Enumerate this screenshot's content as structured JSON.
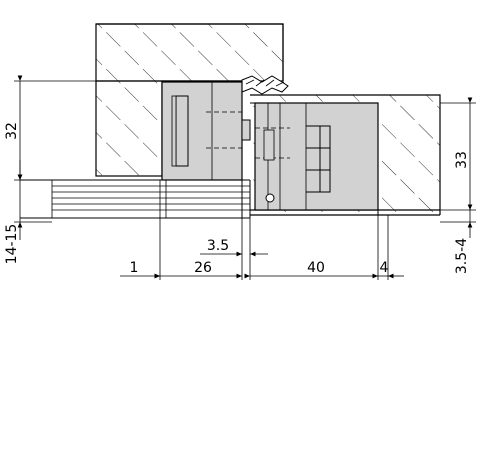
{
  "diagram": {
    "dimensions": {
      "left_block_height": "32",
      "frame_offset": "14-15",
      "right_block_height": "33",
      "right_offset": "3.5-4",
      "gap": "3.5",
      "edge_left": "1",
      "hinge_left_width": "26",
      "hinge_right_width": "40",
      "edge_right": "4"
    },
    "colors": {
      "hinge_fill": "#d2d2d2",
      "line": "#000000",
      "background": "#ffffff"
    }
  }
}
